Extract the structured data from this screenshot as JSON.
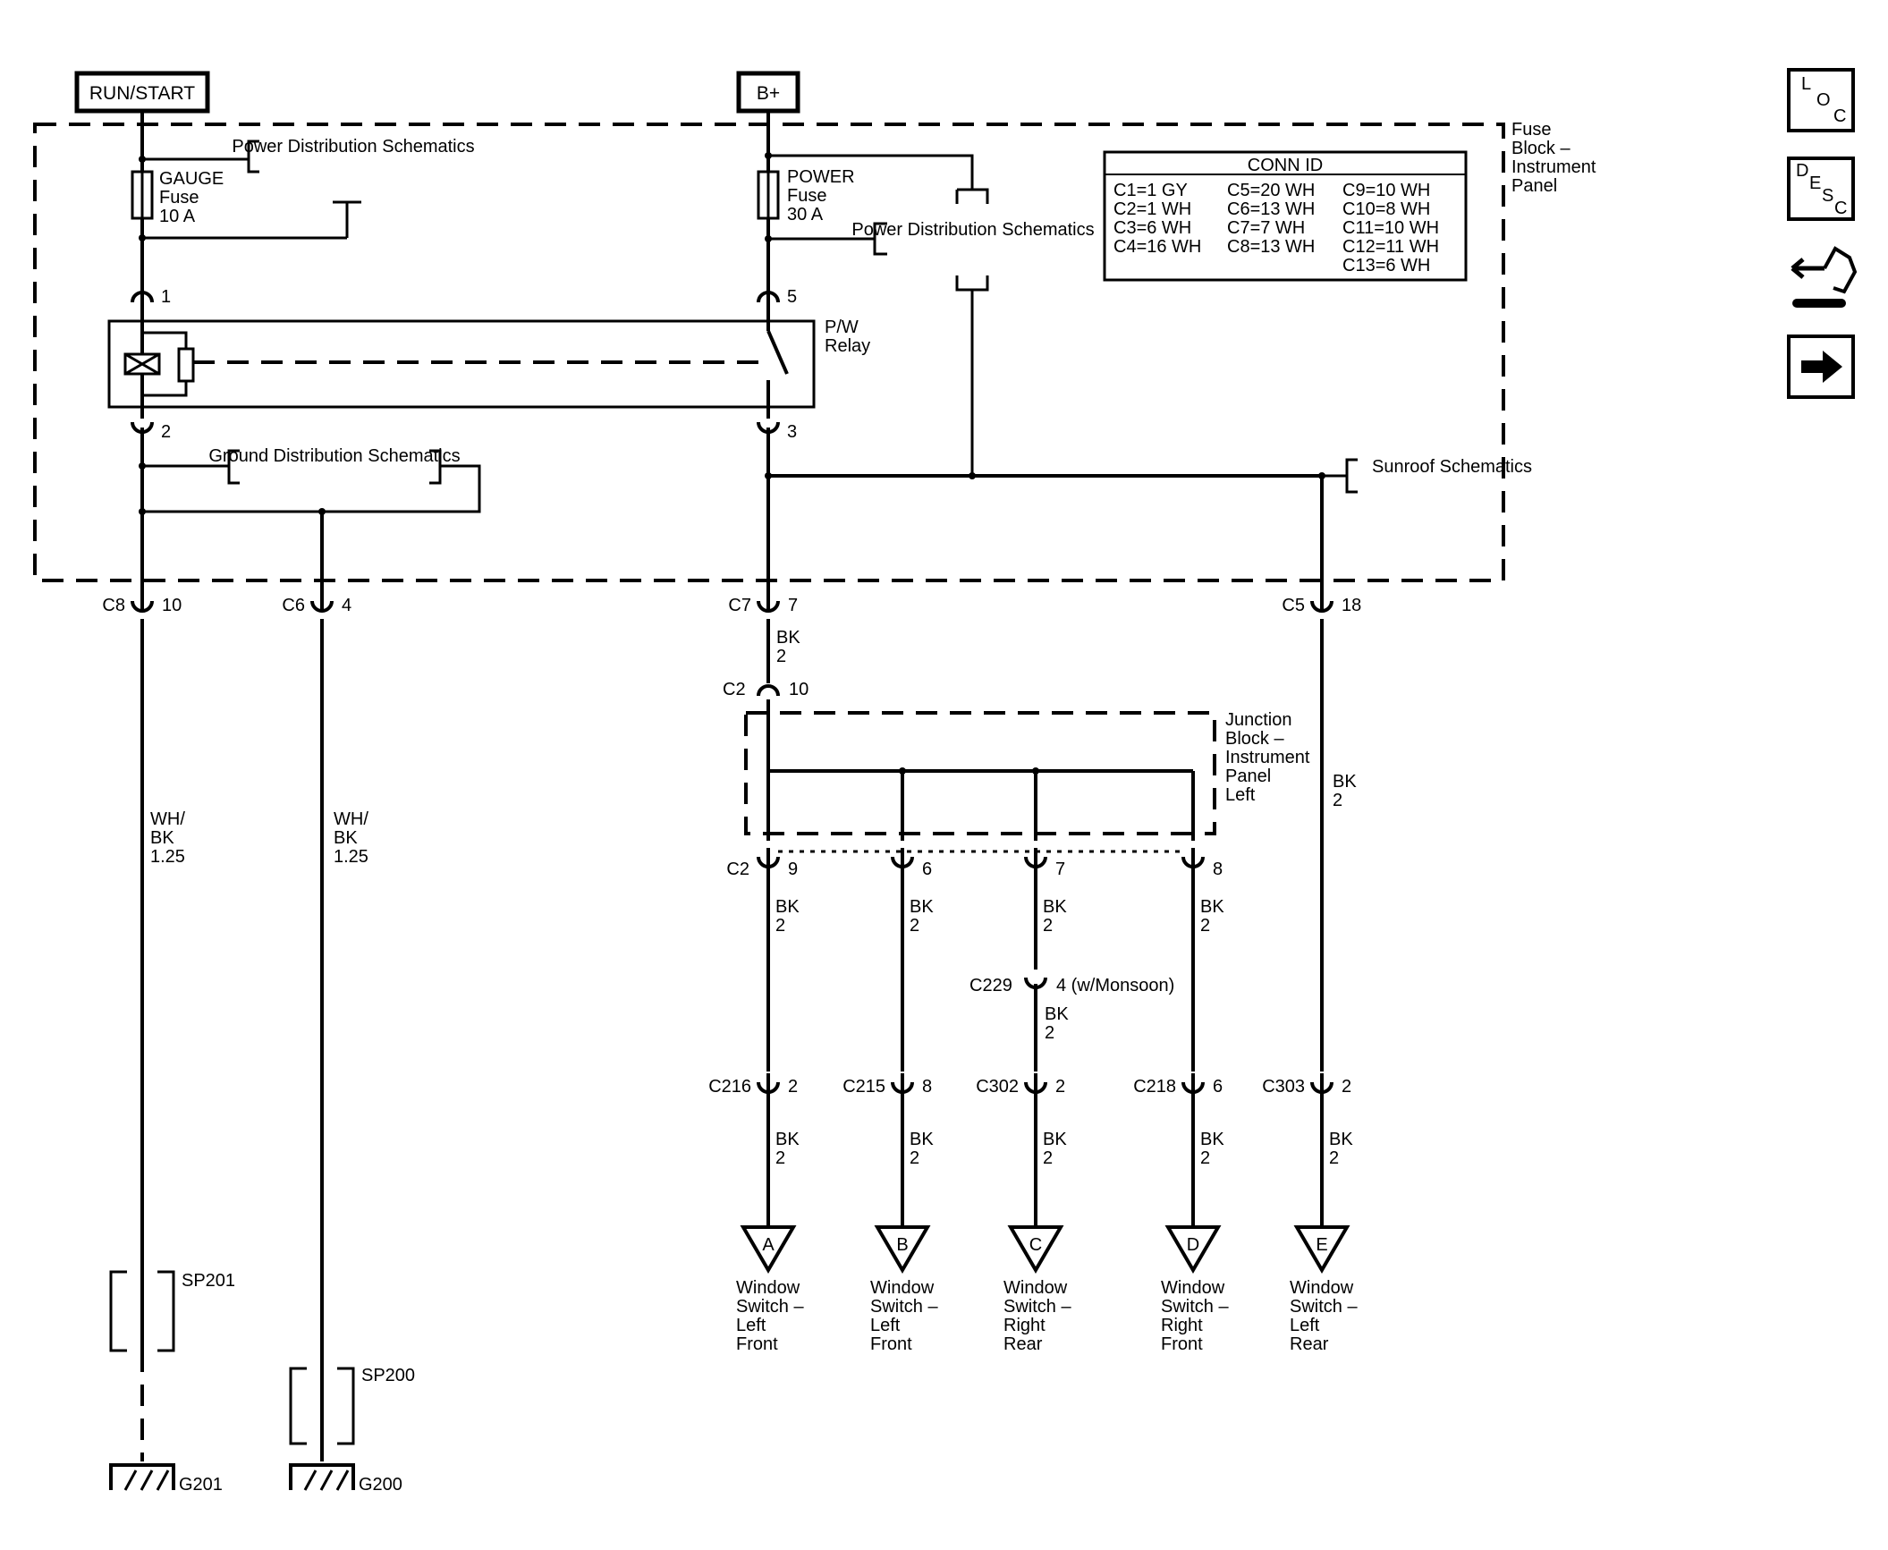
{
  "headers": {
    "run_start": "RUN/START",
    "b_plus": "B+"
  },
  "fuse_block": {
    "label": "Fuse Block – Instrument Panel"
  },
  "conn_id": {
    "title": "CONN ID",
    "col1": [
      "C1=1 GY",
      "C2=1 WH",
      "C3=6 WH",
      "C4=16 WH"
    ],
    "col2": [
      "C5=20 WH",
      "C6=13 WH",
      "C7=7 WH",
      "C8=13 WH"
    ],
    "col3": [
      "C9=10 WH",
      "C10=8 WH",
      "C11=10 WH",
      "C12=11 WH",
      "C13=6 WH"
    ]
  },
  "gauge_fuse": {
    "name": "GAUGE",
    "type": "Fuse",
    "rating": "10 A"
  },
  "power_fuse": {
    "name": "POWER",
    "type": "Fuse",
    "rating": "30 A"
  },
  "power_dist_1": "Power Distribution Schematics",
  "power_dist_2": "Power Distribution Schematics",
  "ground_dist": "Ground Distribution Schematics",
  "sunroof": "Sunroof Schematics",
  "relay": {
    "name": "P/W Relay",
    "pins": {
      "p1": "1",
      "p2": "2",
      "p5": "5",
      "p3": "3"
    }
  },
  "fb_connectors": [
    {
      "id": "C8",
      "pin": "10"
    },
    {
      "id": "C6",
      "pin": "4"
    },
    {
      "id": "C7",
      "pin": "7"
    },
    {
      "id": "C5",
      "pin": "18"
    }
  ],
  "wires": {
    "c7_out": "BK 2",
    "wh_bk_1": "WH/ BK 1.25",
    "wh_bk_2": "WH/ BK 1.25",
    "c5_out": "BK 2",
    "jb_out": [
      "BK 2",
      "BK 2",
      "BK 2",
      "BK 2"
    ],
    "c229_out": "BK 2",
    "final": [
      "BK 2",
      "BK 2",
      "BK 2",
      "BK 2",
      "BK 2"
    ]
  },
  "c2_in": {
    "id": "C2",
    "pin": "10"
  },
  "junction_block": {
    "label": "Junction Block – Instrument Panel Left"
  },
  "c2_out": {
    "id": "C2",
    "pins": [
      "9",
      "6",
      "7",
      "8"
    ]
  },
  "c229": {
    "id": "C229",
    "pin": "4 (w/Monsoon)"
  },
  "switch_connectors": [
    {
      "id": "C216",
      "pin": "2"
    },
    {
      "id": "C215",
      "pin": "8"
    },
    {
      "id": "C302",
      "pin": "2"
    },
    {
      "id": "C218",
      "pin": "6"
    },
    {
      "id": "C303",
      "pin": "2"
    }
  ],
  "switches": [
    {
      "letter": "A",
      "label": [
        "Window",
        "Switch –",
        "Left",
        "Front"
      ]
    },
    {
      "letter": "B",
      "label": [
        "Window",
        "Switch –",
        "Left",
        "Front"
      ]
    },
    {
      "letter": "C",
      "label": [
        "Window",
        "Switch –",
        "Right",
        "Rear"
      ]
    },
    {
      "letter": "D",
      "label": [
        "Window",
        "Switch –",
        "Right",
        "Front"
      ]
    },
    {
      "letter": "E",
      "label": [
        "Window",
        "Switch –",
        "Left",
        "Rear"
      ]
    }
  ],
  "splices": {
    "sp201": "SP201",
    "sp200": "SP200"
  },
  "grounds": {
    "g201": "G201",
    "g200": "G200"
  },
  "nav_icons": [
    {
      "name": "loc-icon",
      "glyph": "LOC"
    },
    {
      "name": "desc-icon",
      "glyph": "DESC"
    },
    {
      "name": "connector-icon",
      "glyph": "connector"
    },
    {
      "name": "next-arrow-icon",
      "glyph": "arrow"
    }
  ]
}
